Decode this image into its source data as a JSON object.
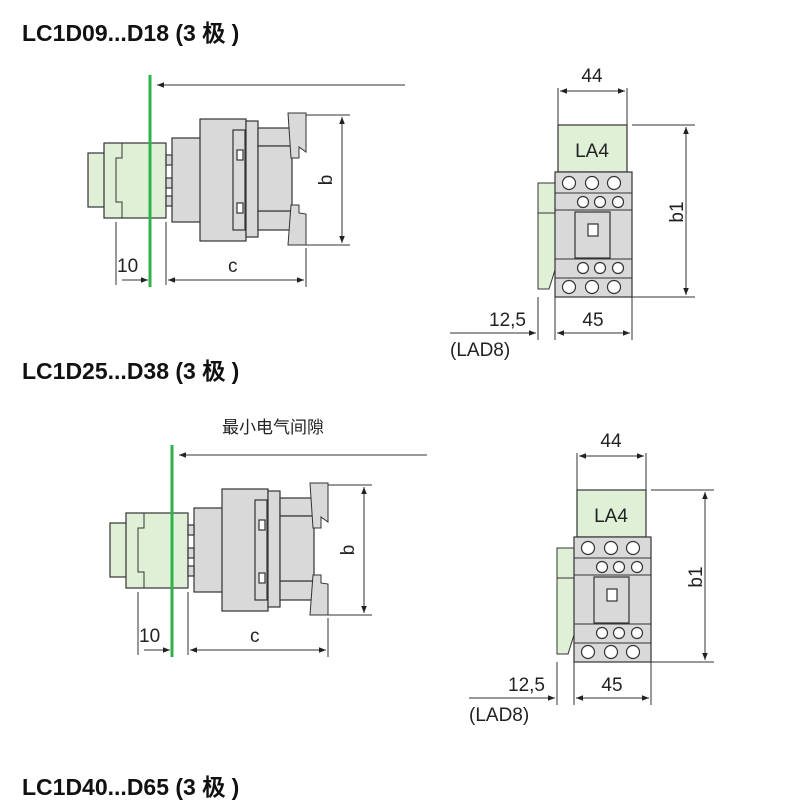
{
  "sections": [
    {
      "title": "LC1D09...D18 (3 极 )",
      "labels": {
        "ten": "10",
        "c": "c",
        "b": "b",
        "width_top": "44",
        "module": "LA4",
        "b1": "b1",
        "width_bottom": "45",
        "side_offset": "12,5",
        "side_module": "(LAD8)"
      }
    },
    {
      "title": "LC1D25...D38 (3 极 )",
      "clearance_note": "最小电气间隙",
      "labels": {
        "ten": "10",
        "c": "c",
        "b": "b",
        "width_top": "44",
        "module": "LA4",
        "b1": "b1",
        "width_bottom": "45",
        "side_offset": "12,5",
        "side_module": "(LAD8)"
      }
    },
    {
      "title": "LC1D40...D65 (3 极 )"
    }
  ],
  "colors": {
    "green_line": "#2db34a",
    "module_fill": "#dff0d6",
    "body_fill": "#d9d9d9",
    "stroke": "#333333"
  }
}
